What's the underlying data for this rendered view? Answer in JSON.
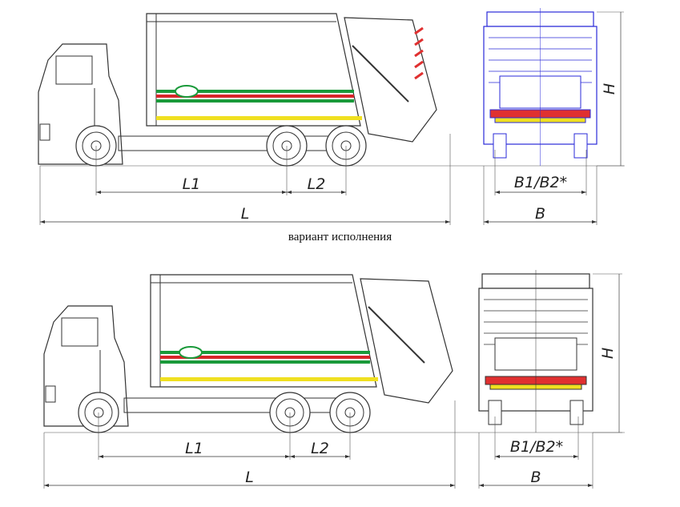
{
  "caption": "вариант исполнения",
  "drawings": [
    {
      "labels": {
        "l1": "L1",
        "l2": "L2",
        "l": "L",
        "h": "H",
        "b1b2": "B1/B2*",
        "b": "B"
      }
    },
    {
      "labels": {
        "l1": "L1",
        "l2": "L2",
        "l": "L",
        "h": "H",
        "b1b2": "B1/B2*",
        "b": "B"
      }
    }
  ],
  "colors": {
    "line": "#333333",
    "rear_view": "#2a2ad8",
    "stripe_green": "#1a9a3a",
    "stripe_red": "#d8262a",
    "stripe_yellow": "#f0e020",
    "hazard_red": "#e03030"
  }
}
